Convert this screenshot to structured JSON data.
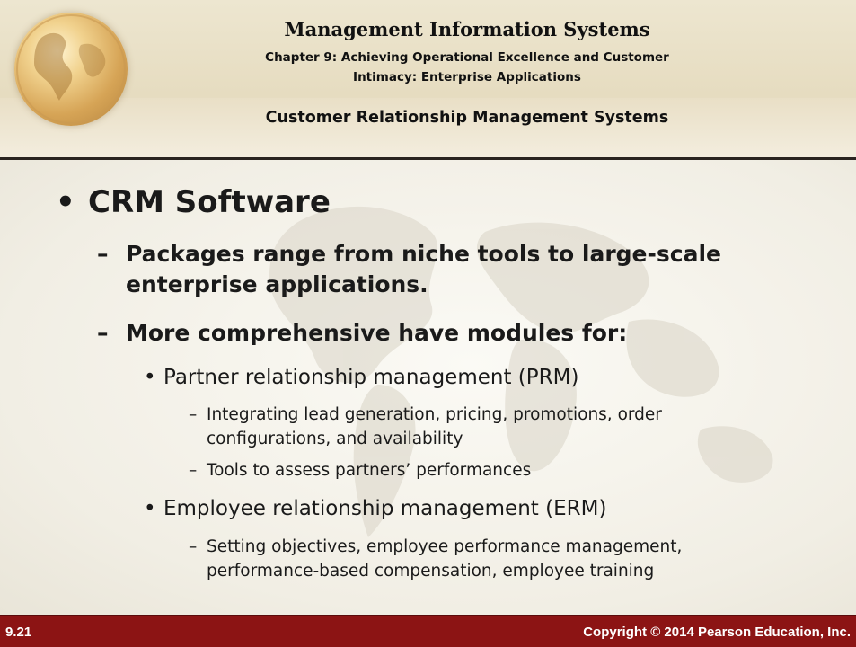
{
  "header": {
    "title": "Management Information Systems",
    "chapter_line1": "Chapter 9: Achieving Operational Excellence and Customer",
    "chapter_line2": "Intimacy: Enterprise Applications",
    "section": "Customer Relationship Management Systems"
  },
  "content": {
    "heading": "CRM Software",
    "bullets": {
      "b1_line1": "Packages range from niche tools to large-scale",
      "b1_line2": "enterprise applications.",
      "b2": "More comprehensive have modules for:",
      "prm": "Partner relationship management (PRM)",
      "prm_1_line1": "Integrating lead generation, pricing, promotions, order",
      "prm_1_line2": "configurations, and availability",
      "prm_2": "Tools to assess partners’ performances",
      "erm": "Employee relationship management (ERM)",
      "erm_1_line1": "Setting objectives, employee performance management,",
      "erm_1_line2": "performance-based compensation, employee training"
    }
  },
  "footer": {
    "page_number": "9.21",
    "copyright": "Copyright © 2014 Pearson Education, Inc."
  },
  "colors": {
    "footer_bg": "#8c1414",
    "header_bg": "#e8dfc6"
  }
}
